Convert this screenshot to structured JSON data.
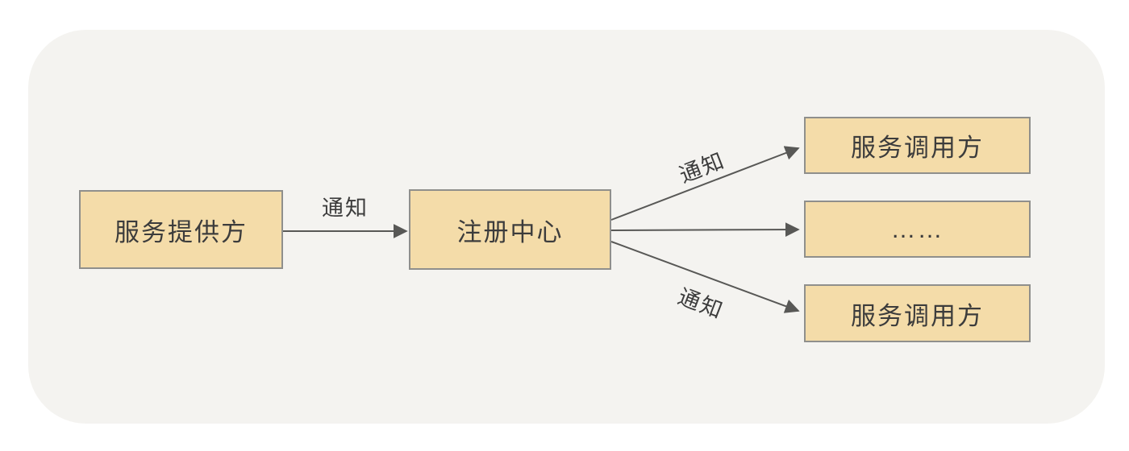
{
  "theme": {
    "page-bg": "#FFFFFF",
    "panel-bg": "#F4F3F0",
    "box-fill": "#F4DCA9",
    "box-border": "#8F8F8C",
    "arrow-color": "#585856",
    "text-color": "#3C3C3C"
  },
  "diagram": {
    "nodes": {
      "provider": {
        "label": "服务提供方"
      },
      "registry": {
        "label": "注册中心"
      },
      "consumer_top": {
        "label": "服务调用方"
      },
      "ellipsis": {
        "label": "……"
      },
      "consumer_bottom": {
        "label": "服务调用方"
      }
    },
    "edges": {
      "provider_to_registry": {
        "label": "通知"
      },
      "registry_to_consumer_top": {
        "label": "通知"
      },
      "registry_to_ellipsis": {
        "label": ""
      },
      "registry_to_consumer_bottom": {
        "label": "通知"
      }
    }
  }
}
